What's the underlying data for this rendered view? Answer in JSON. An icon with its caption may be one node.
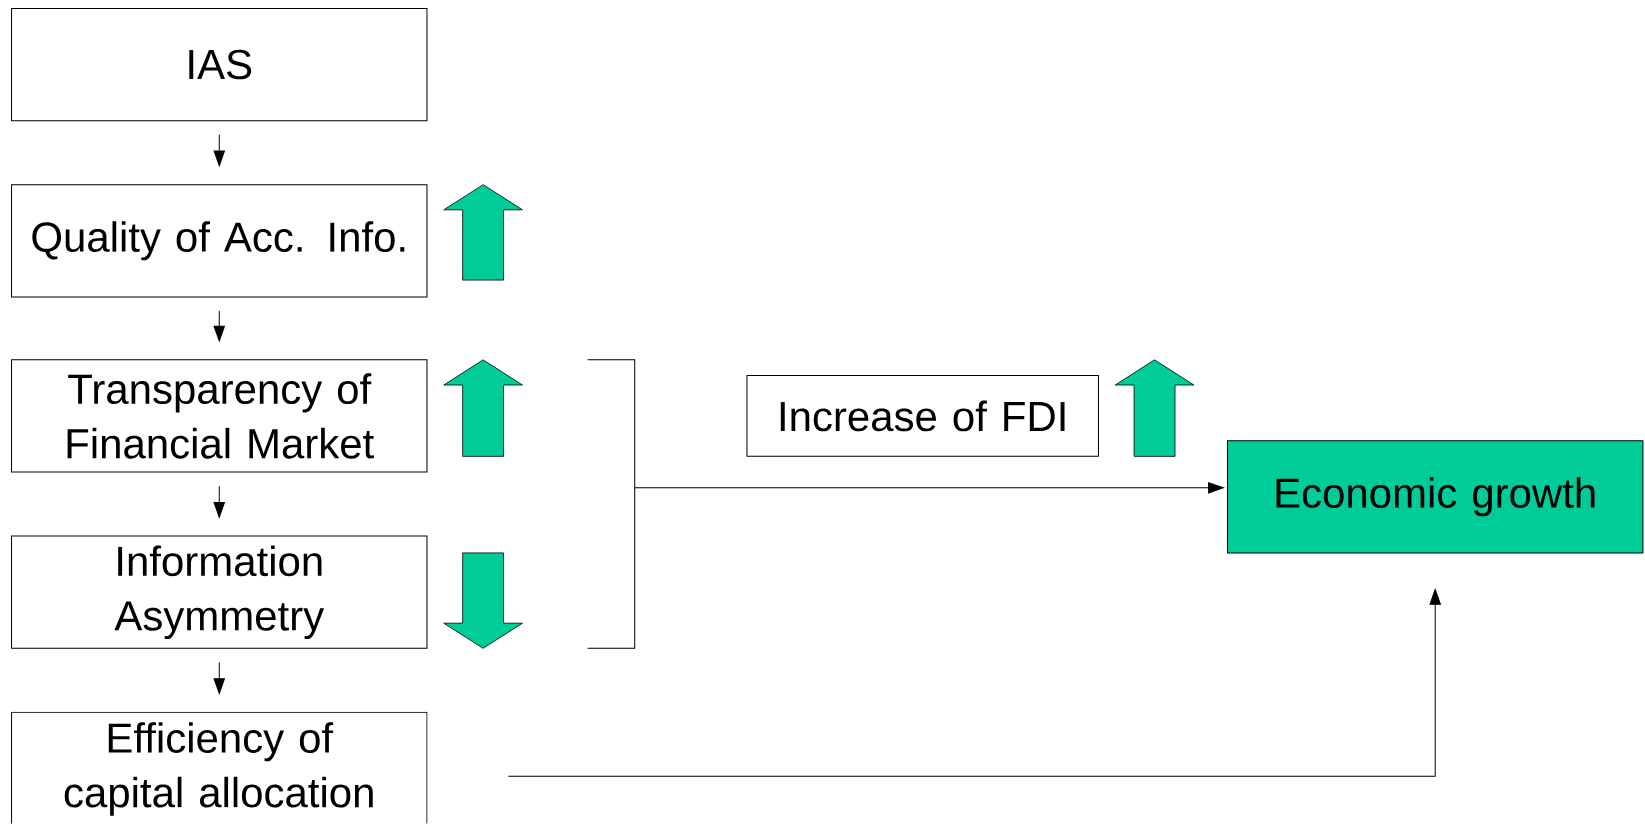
{
  "diagram": {
    "nodes": [
      {
        "text": [
          "IAS"
        ]
      },
      {
        "text": [
          "Quality of Acc. Info."
        ]
      },
      {
        "text": [
          "Transparency of Financial Market"
        ]
      },
      {
        "text": [
          "Information Asymmetry"
        ]
      },
      {
        "text": [
          "Efficiency of capital allocation"
        ]
      },
      {
        "text": [
          "Increase of FDI"
        ]
      },
      {
        "text": [
          "Economic growth"
        ]
      },
      {
        "text": [],
        "shape": "bracket"
      }
    ],
    "edges": [
      {
        "from": 0,
        "to": 1,
        "arrow": "to"
      },
      {
        "from": 1,
        "to": 2,
        "arrow": "to"
      },
      {
        "from": 2,
        "to": 3,
        "arrow": "to"
      },
      {
        "from": 3,
        "to": 4,
        "arrow": "to"
      },
      {
        "from": 7,
        "to": 6,
        "arrow": "to"
      },
      {
        "from": 4,
        "to": 6,
        "arrow": "to"
      }
    ]
  }
}
